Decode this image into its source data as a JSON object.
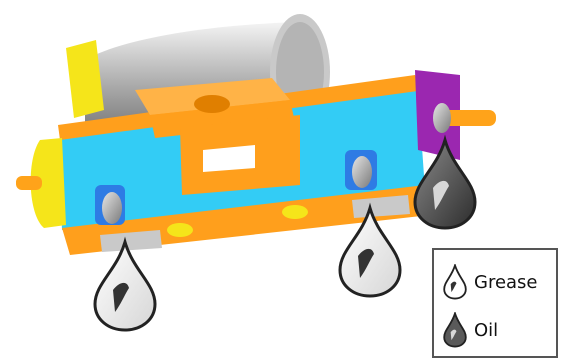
{
  "diagram": {
    "drops": [
      {
        "kind": "grease"
      },
      {
        "kind": "grease"
      },
      {
        "kind": "oil"
      }
    ]
  },
  "legend": {
    "items": [
      {
        "label": "Grease",
        "icon": "grease-drop-icon"
      },
      {
        "label": "Oil",
        "icon": "oil-drop-icon"
      }
    ]
  },
  "colors": {
    "frame_orange": "#FF9F1C",
    "cab_blue": "#33CCF5",
    "motor_gray": "#A9A9A9",
    "yellow_ends": "#F5E51A",
    "purple_end": "#9B27B0",
    "grease_fill": "#FFFFFF",
    "oil_fill": "#4D4D4D"
  }
}
